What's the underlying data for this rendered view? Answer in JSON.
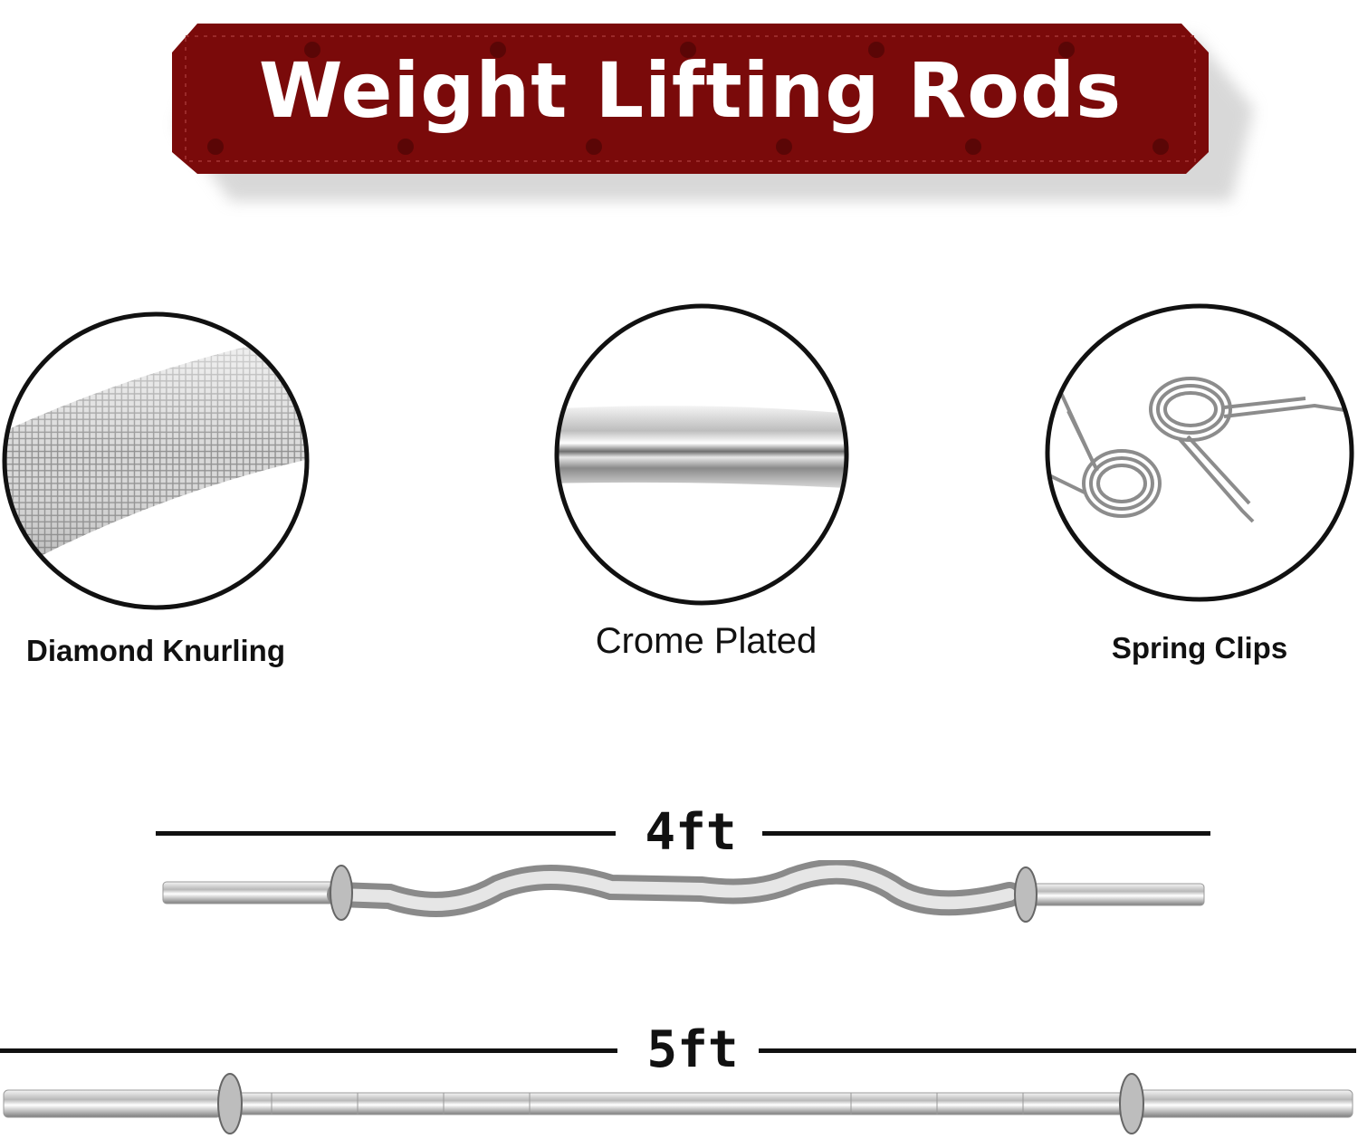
{
  "banner": {
    "title": "Weight Lifting Rods"
  },
  "features": [
    {
      "label": "Diamond Knurling",
      "icon": "knurled-bar-closeup"
    },
    {
      "label": "Crome Plated",
      "icon": "chrome-bar-closeup"
    },
    {
      "label": "Spring Clips",
      "icon": "spring-clips"
    }
  ],
  "rods": [
    {
      "length_label": "4ft",
      "type": "curl-bar"
    },
    {
      "length_label": "5ft",
      "type": "straight-bar"
    }
  ],
  "colors": {
    "banner": "#7a0a0a",
    "text": "#111111",
    "chrome": "#c8c8c8"
  }
}
